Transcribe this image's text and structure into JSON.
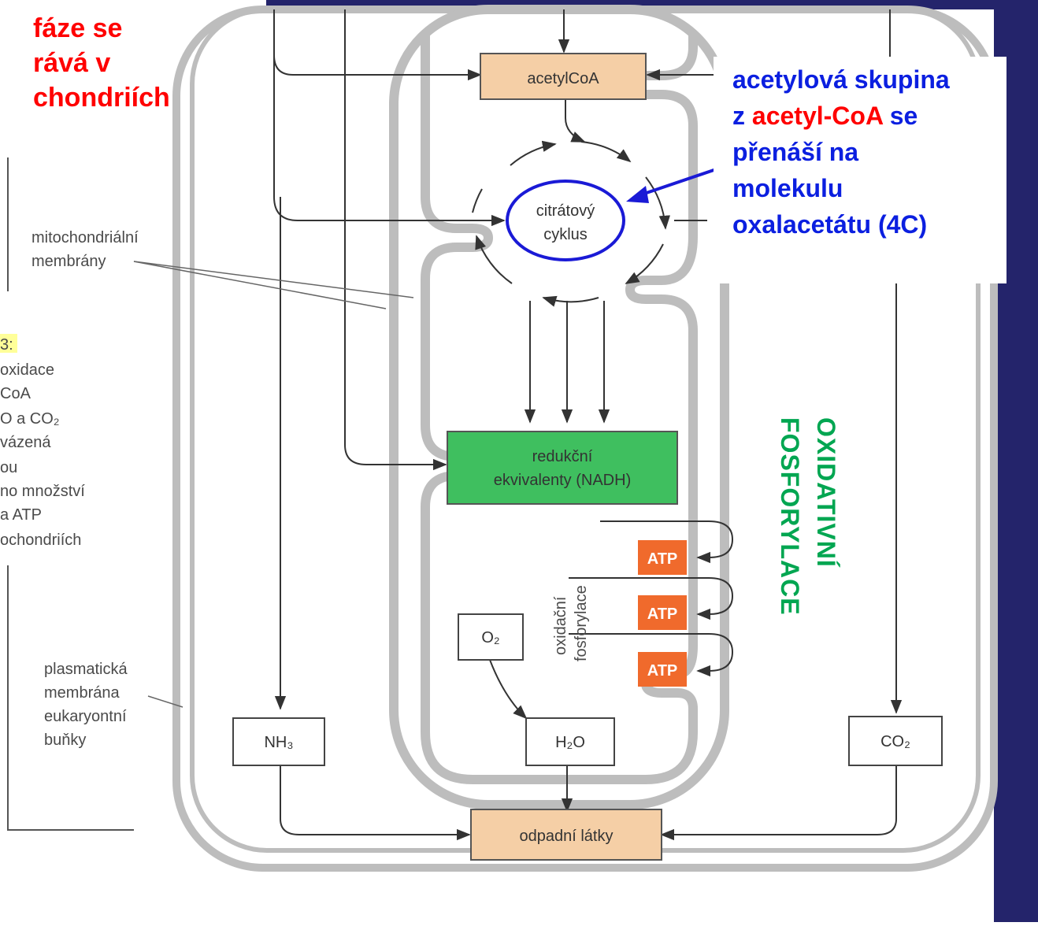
{
  "left_heading": {
    "lines": [
      "fáze se",
      "rává v",
      "chondriích"
    ]
  },
  "callout": {
    "line1": "acetylová skupina",
    "line2_prefix": "z ",
    "line2_red": "acetyl-CoA",
    "line2_suffix": " se",
    "line3": "přenáší na",
    "line4": "molekulu",
    "line5": "oxalacetátu (4C)"
  },
  "side_text": {
    "mito_membranes": [
      "mitochondriální",
      "membrány"
    ],
    "stage3": [
      "3:",
      "oxidace",
      "CoA",
      "O a CO₂",
      "vázená",
      "ou",
      "no množství",
      "a ATP",
      "ochondriích"
    ],
    "plasma_membrane": [
      "plasmatická",
      "membrána",
      "eukaryontní",
      "buňky"
    ]
  },
  "boxes": {
    "acetylcoa": "acetylCoA",
    "citrate_cycle": [
      "citrátový",
      "cyklus"
    ],
    "reducing_equivalents": [
      "redukční",
      "ekvivalenty (NADH)"
    ],
    "atp": [
      "ATP",
      "ATP",
      "ATP"
    ],
    "o2": "O₂",
    "h2o": "H₂O",
    "nh3": "NH₃",
    "co2": "CO₂",
    "waste": "odpadní látky"
  },
  "oxidative_phosphorylation_label": [
    "oxidační",
    "fosforylace"
  ],
  "green_vertical": {
    "line1": "OXIDATIVNÍ",
    "line2": "FOSFORYLACE"
  },
  "colors": {
    "navy": "#24246b",
    "acetyl_box": "#f5cfa6",
    "nadh_box": "#3fbf5f",
    "atp_box": "#f06a2c",
    "callout_blue": "#0b1fe0",
    "heading_red": "#ff0000",
    "green_text": "#00a651"
  }
}
